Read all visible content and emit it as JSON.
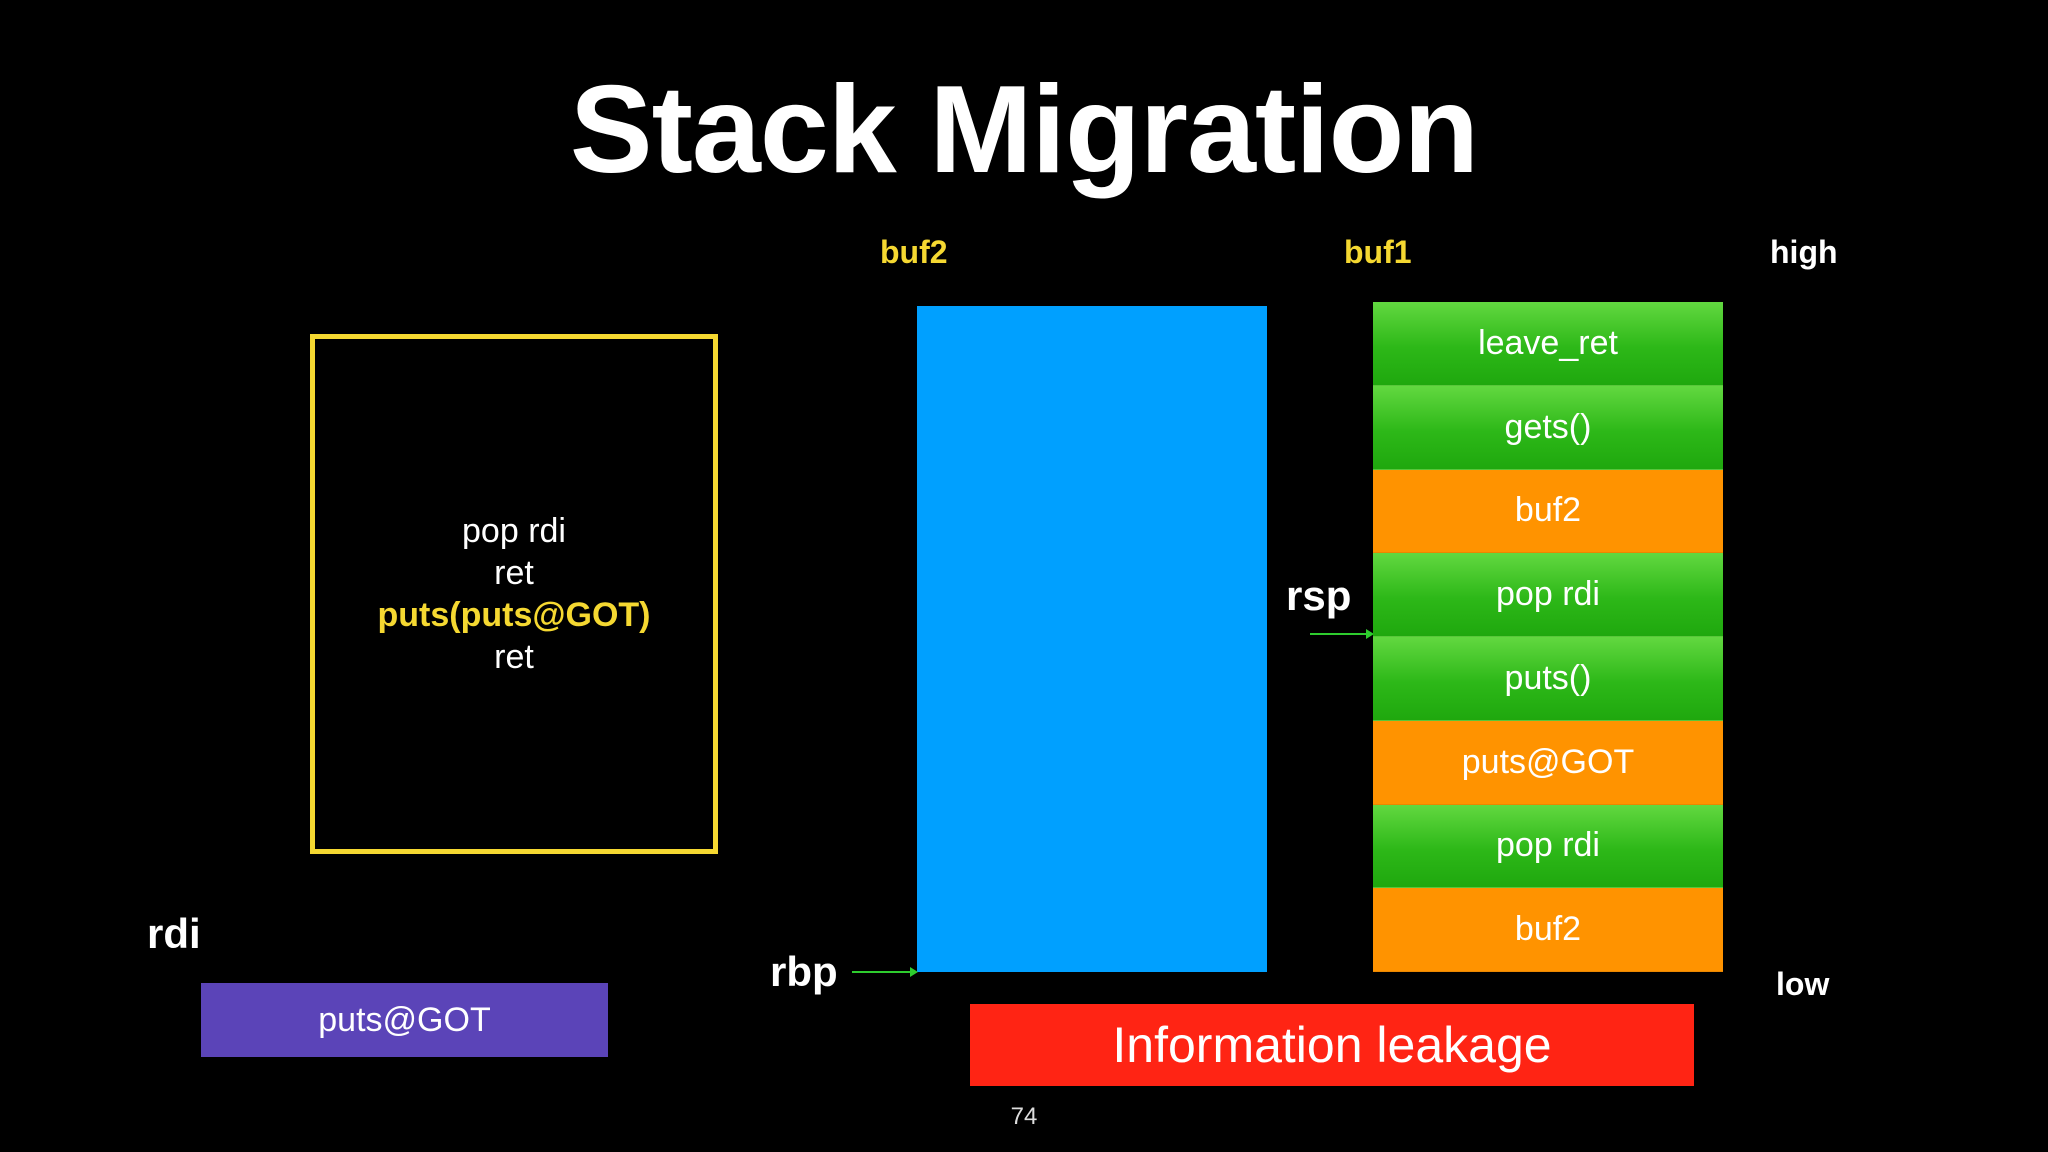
{
  "title": "Stack Migration",
  "labels": {
    "buf2": "buf2",
    "buf1": "buf1",
    "high": "high",
    "low": "low",
    "rsp": "rsp",
    "rbp": "rbp",
    "rdi": "rdi"
  },
  "gadget_lines": [
    {
      "text": "pop rdi",
      "highlight": false
    },
    {
      "text": "ret",
      "highlight": false
    },
    {
      "text": "puts(puts@GOT)",
      "highlight": true
    },
    {
      "text": "ret",
      "highlight": false
    }
  ],
  "rdi_value": "puts@GOT",
  "buf1_stack": [
    {
      "label": "leave_ret",
      "kind": "green"
    },
    {
      "label": "gets()",
      "kind": "green"
    },
    {
      "label": "buf2",
      "kind": "orange"
    },
    {
      "label": "pop rdi",
      "kind": "green"
    },
    {
      "label": "puts()",
      "kind": "green"
    },
    {
      "label": "puts@GOT",
      "kind": "orange"
    },
    {
      "label": "pop rdi",
      "kind": "green"
    },
    {
      "label": "buf2",
      "kind": "orange"
    }
  ],
  "leak_banner": "Information leakage",
  "page_number": "74",
  "colors": {
    "background": "#000000",
    "accent_yellow": "#f5d831",
    "buf2_blue": "#00a0ff",
    "cell_green": "#2db818",
    "cell_orange": "#ff9300",
    "register_purple": "#5b44b8",
    "leak_red": "#ff2414",
    "arrow_green": "#2ecc2e"
  }
}
